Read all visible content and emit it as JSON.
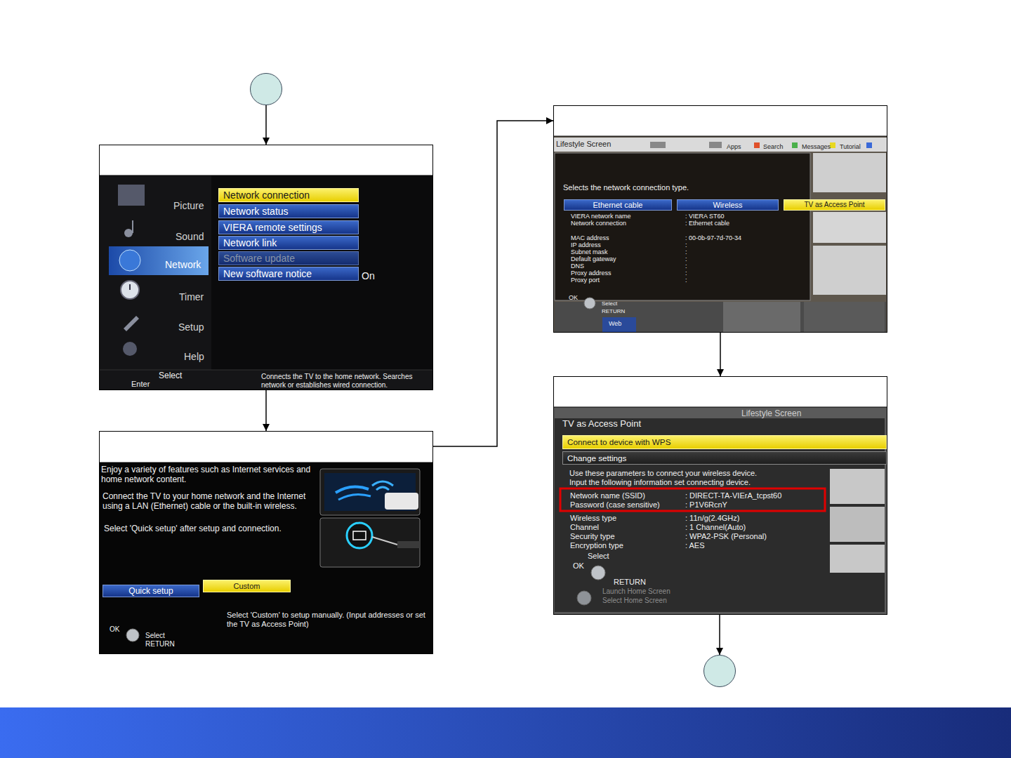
{
  "diagram": {
    "nodes": [
      {
        "text": []
      },
      {
        "text": [
          "Picture",
          "Sound",
          "Network",
          "Timer",
          "Setup",
          "Help",
          "Network connection",
          "Network status",
          "VIERA remote settings",
          "Network link",
          "Software update",
          "New software notice",
          "On",
          "Select",
          "Enter",
          "Connects the TV to the home network. Searches network or establishes wired connection."
        ]
      },
      {
        "text": [
          "Enjoy a variety of features such as Internet services and home network content.",
          "Connect the TV to your home network and the Internet using a LAN (Ethernet) cable or the built-in wireless.",
          "Select 'Quick setup' after setup and connection.",
          "Quick setup",
          "Custom",
          "OK",
          "Select",
          "RETURN",
          "Select 'Custom' to setup manually. (Input addresses or set the TV as Access Point)"
        ]
      },
      {
        "text": [
          "Lifestyle Screen",
          "Apps",
          "Search",
          "Messages",
          "Tutorial",
          "Selects the network connection type.",
          "Ethernet cable",
          "Wireless",
          "TV as Access Point",
          "VIERA network name",
          "Network connection",
          "MAC address",
          "IP address",
          "Subnet mask",
          "Default gateway",
          "DNS",
          "Proxy address",
          "Proxy port",
          ": VIERA ST60",
          ": Ethernet cable",
          ": 00-0b-97-7d-70-34",
          ":",
          ":",
          ":",
          ":",
          ":",
          ":",
          "OK",
          "Select",
          "RETURN",
          "Web"
        ]
      },
      {
        "text": [
          "Lifestyle Screen",
          "TV as Access Point",
          "Connect to device with WPS",
          "Change settings",
          "Use these parameters to connect your wireless device.",
          "Input the following information set connecting device.",
          "Network name (SSID)",
          ": DIRECT-TA-VIErA_tcpst60",
          "Password (case sensitive)",
          ": P1V6RcnY",
          "Wireless type",
          ": 11n/g(2.4GHz)",
          "Channel",
          ": 1 Channel(Auto)",
          "Security type",
          ": WPA2-PSK (Personal)",
          "Encryption type",
          ": AES",
          "Select",
          "OK",
          "RETURN",
          "Launch Home Screen",
          "Select Home Screen"
        ]
      },
      {
        "text": []
      }
    ],
    "edges": [
      {
        "from": 0,
        "to": 1,
        "arrow": "to"
      },
      {
        "from": 1,
        "to": 2,
        "arrow": "to"
      },
      {
        "from": 2,
        "to": 3,
        "arrow": "to"
      },
      {
        "from": 3,
        "to": 4,
        "arrow": "to"
      },
      {
        "from": 4,
        "to": 5,
        "arrow": "to"
      }
    ]
  }
}
